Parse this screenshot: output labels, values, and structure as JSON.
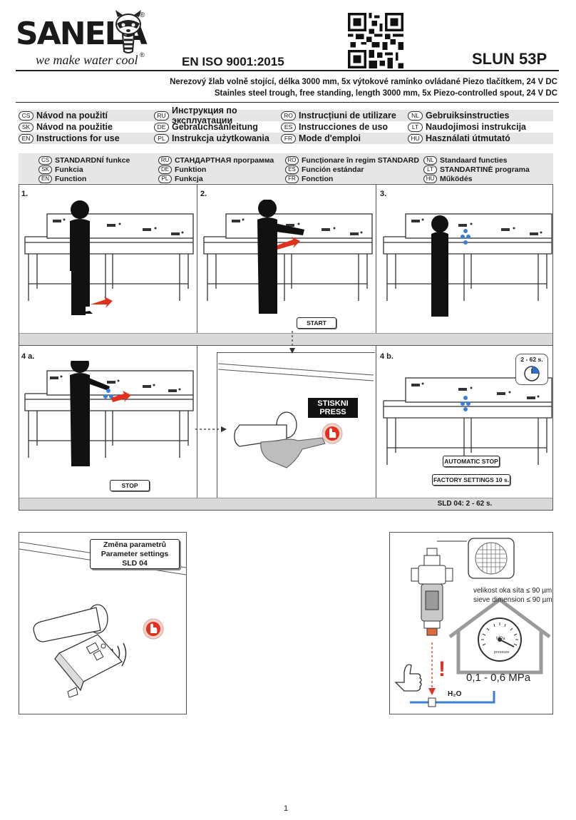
{
  "header": {
    "brand": "SANELA",
    "tagline": "we make water cool",
    "iso": "EN ISO 9001:2015",
    "model": "SLUN 53P",
    "desc_cz": "Nerezový žlab volně stojící, délka 3000 mm, 5x výtokové ramínko ovládané Piezo tlačítkem, 24 V DC",
    "desc_en": "Stainles steel trough, free standing, length 3000 mm, 5x Piezo-controlled spout, 24 V DC"
  },
  "manuals": [
    [
      {
        "code": "CS",
        "label": "Návod na použití"
      },
      {
        "code": "RU",
        "label": "Инструкция по эксплуатации"
      },
      {
        "code": "RO",
        "label": "Instrucțiuni de utilizare"
      },
      {
        "code": "NL",
        "label": "Gebruiksinstructies"
      }
    ],
    [
      {
        "code": "SK",
        "label": "Návod na použitie"
      },
      {
        "code": "DE",
        "label": "Gebrauchsanleitung"
      },
      {
        "code": "ES",
        "label": "Instrucciones de uso"
      },
      {
        "code": "LT",
        "label": "Naudojimosi instrukcija"
      }
    ],
    [
      {
        "code": "EN",
        "label": "Instructions for use"
      },
      {
        "code": "PL",
        "label": "Instrukcja użytkowania"
      },
      {
        "code": "FR",
        "label": "Mode d'emploi"
      },
      {
        "code": "HU",
        "label": "Használati útmutató"
      }
    ]
  ],
  "functions": [
    [
      {
        "code": "CS",
        "label": "STANDARDNÍ funkce"
      },
      {
        "code": "SK",
        "label": "Funkcia"
      },
      {
        "code": "EN",
        "label": "Function"
      }
    ],
    [
      {
        "code": "RU",
        "label": "СТАНДАРТНАЯ программа"
      },
      {
        "code": "DE",
        "label": "Funktion"
      },
      {
        "code": "PL",
        "label": "Funkcja"
      }
    ],
    [
      {
        "code": "RO",
        "label": "Funcționare în regim STANDARD"
      },
      {
        "code": "ES",
        "label": "Función estándar"
      },
      {
        "code": "FR",
        "label": "Fonction"
      }
    ],
    [
      {
        "code": "NL",
        "label": "Standaard functies"
      },
      {
        "code": "LT",
        "label": "STANDARTINĖ programa"
      },
      {
        "code": "HU",
        "label": "Működés"
      }
    ]
  ],
  "steps": {
    "s1": "1.",
    "s2": "2.",
    "s3": "3.",
    "s4a": "4 a.",
    "s4b": "4 b.",
    "start": "START",
    "stop": "STOP",
    "press_cz": "STISKNI",
    "press_en": "PRESS",
    "auto_stop": "AUTOMATIC STOP",
    "factory": "FACTORY SETTINGS 10 s.",
    "timer": "2 - 62 s.",
    "sld_range": "SLD 04: 2 - 62 s."
  },
  "params": {
    "title_cz": "Změna parametrů",
    "title_en": "Parameter settings",
    "code": "SLD 04"
  },
  "filter": {
    "sieve_cz": "velikost oka síta ≤ 90 µm",
    "sieve_en": "sieve dimension ≤ 90 µm",
    "gauge_unit": "MPa",
    "gauge_label": "pressure",
    "pressure_range": "0,1 - 0,6 MPa",
    "water": "H₂O",
    "warning": "!"
  },
  "page": {
    "number": "1"
  }
}
